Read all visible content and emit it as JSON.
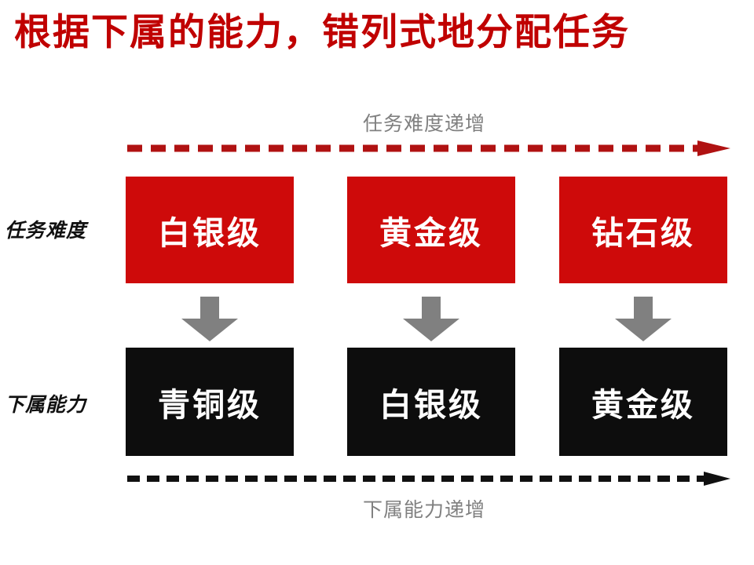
{
  "slide": {
    "title": "根据下属的能力，错列式地分配任务",
    "title_color": "#C00000",
    "background": "#FFFFFF"
  },
  "axes": {
    "top": {
      "label": "任务难度递增",
      "style": "dashed-arrow-right",
      "color": "#B01212",
      "label_color": "#808080"
    },
    "bottom": {
      "label": "下属能力递增",
      "style": "dashed-arrow-right",
      "color": "#111111",
      "label_color": "#808080"
    }
  },
  "rows": [
    {
      "label": "任务难度",
      "box_color": "#CE0A0A",
      "text_color": "#FFFFFF",
      "cells": [
        "白银级",
        "黄金级",
        "钻石级"
      ]
    },
    {
      "label": "下属能力",
      "box_color": "#0D0D0D",
      "text_color": "#FFFFFF",
      "cells": [
        "青铜级",
        "白银级",
        "黄金级"
      ]
    }
  ],
  "connectors": {
    "color": "#808080",
    "direction": "down",
    "count": 3
  }
}
